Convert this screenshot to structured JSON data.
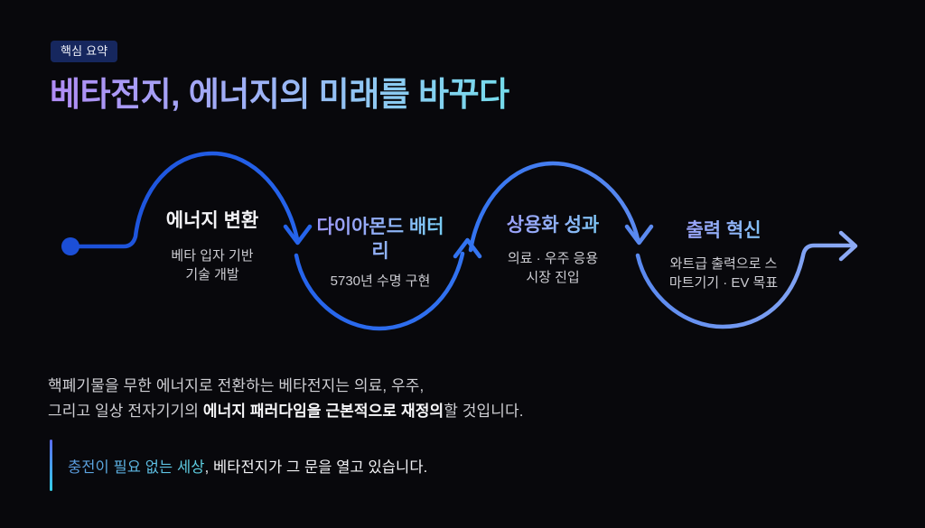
{
  "badge": {
    "label": "핵심 요약"
  },
  "title": {
    "text": "베타전지, 에너지의 미래를 바꾸다"
  },
  "milestones": [
    {
      "title": "에너지 변환",
      "subtitle": "베타 입자 기반\n기술 개발"
    },
    {
      "title": "다이아몬드 배터\n리",
      "subtitle": "5730년 수명 구현"
    },
    {
      "title": "상용화 성과",
      "subtitle": "의료 · 우주 응용\n시장 진입"
    },
    {
      "title": "출력 혁신",
      "subtitle": "와트급 출력으로 스\n마트기기 · EV 목표"
    }
  ],
  "paragraph": {
    "line1": "핵폐기물을 무한 에너지로 전환하는 베타전지는 의료, 우주,",
    "line2_pre": "그리고 일상 전자기기의 ",
    "line2_bold": "에너지 패러다임을 근본적으로 재정의",
    "line2_post": "할 것입니다."
  },
  "quote": {
    "highlight": "충전이 필요 없는 세상",
    "rest": ", 베타전지가 그 문을 열고 있습니다."
  },
  "colors": {
    "background": "#08080c",
    "badge_bg": "#16275e",
    "wave_start": "#1b4ed6",
    "wave_mid": "#3273f0",
    "wave_end": "#90acf4",
    "start_dot": "#1d57e2",
    "title_gradient": [
      "#b08cf5",
      "#9cb4f6",
      "#74dcec"
    ],
    "milestone_title_gradient": [
      "#a78bfa",
      "#8fb4f8",
      "#62e0f0"
    ],
    "quote_bar_gradient": [
      "#5b6cf0",
      "#35d0e8"
    ],
    "quote_highlight_gradient": [
      "#5b9be0",
      "#5fd4e4"
    ]
  }
}
